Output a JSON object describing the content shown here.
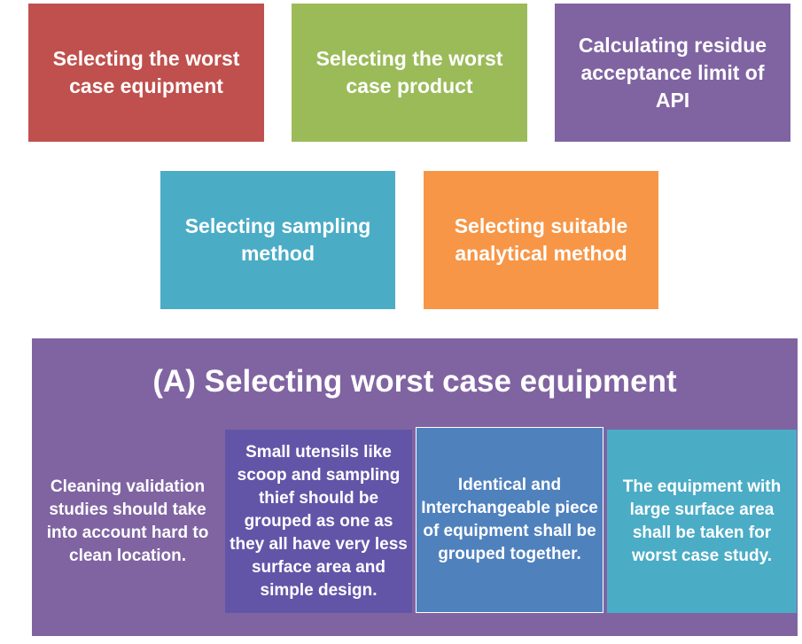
{
  "steps": [
    {
      "label": "Selecting the worst case equipment",
      "color": "#c0504d"
    },
    {
      "label": "Selecting the worst case product",
      "color": "#9bbb59"
    },
    {
      "label": "Calculating residue acceptance limit of API",
      "color": "#8064a2"
    },
    {
      "label": "Selecting sampling method",
      "color": "#4bacc6"
    },
    {
      "label": "Selecting suitable analytical method",
      "color": "#f79646"
    }
  ],
  "section": {
    "title": "(A) Selecting worst case equipment",
    "color": "#8064a2"
  },
  "criteria": [
    {
      "text": "Cleaning validation studies should take into account hard to clean location.",
      "color": "#8064a2"
    },
    {
      "text": "Small utensils like scoop and sampling thief should be grouped as one as they all have very less surface area and simple design.",
      "color": "#6255a8"
    },
    {
      "text": "Identical and Interchangeable piece of equipment shall be grouped together.",
      "color": "#4f81bd"
    },
    {
      "text": "The equipment with large surface area shall be taken for worst case study.",
      "color": "#4bacc6"
    }
  ]
}
